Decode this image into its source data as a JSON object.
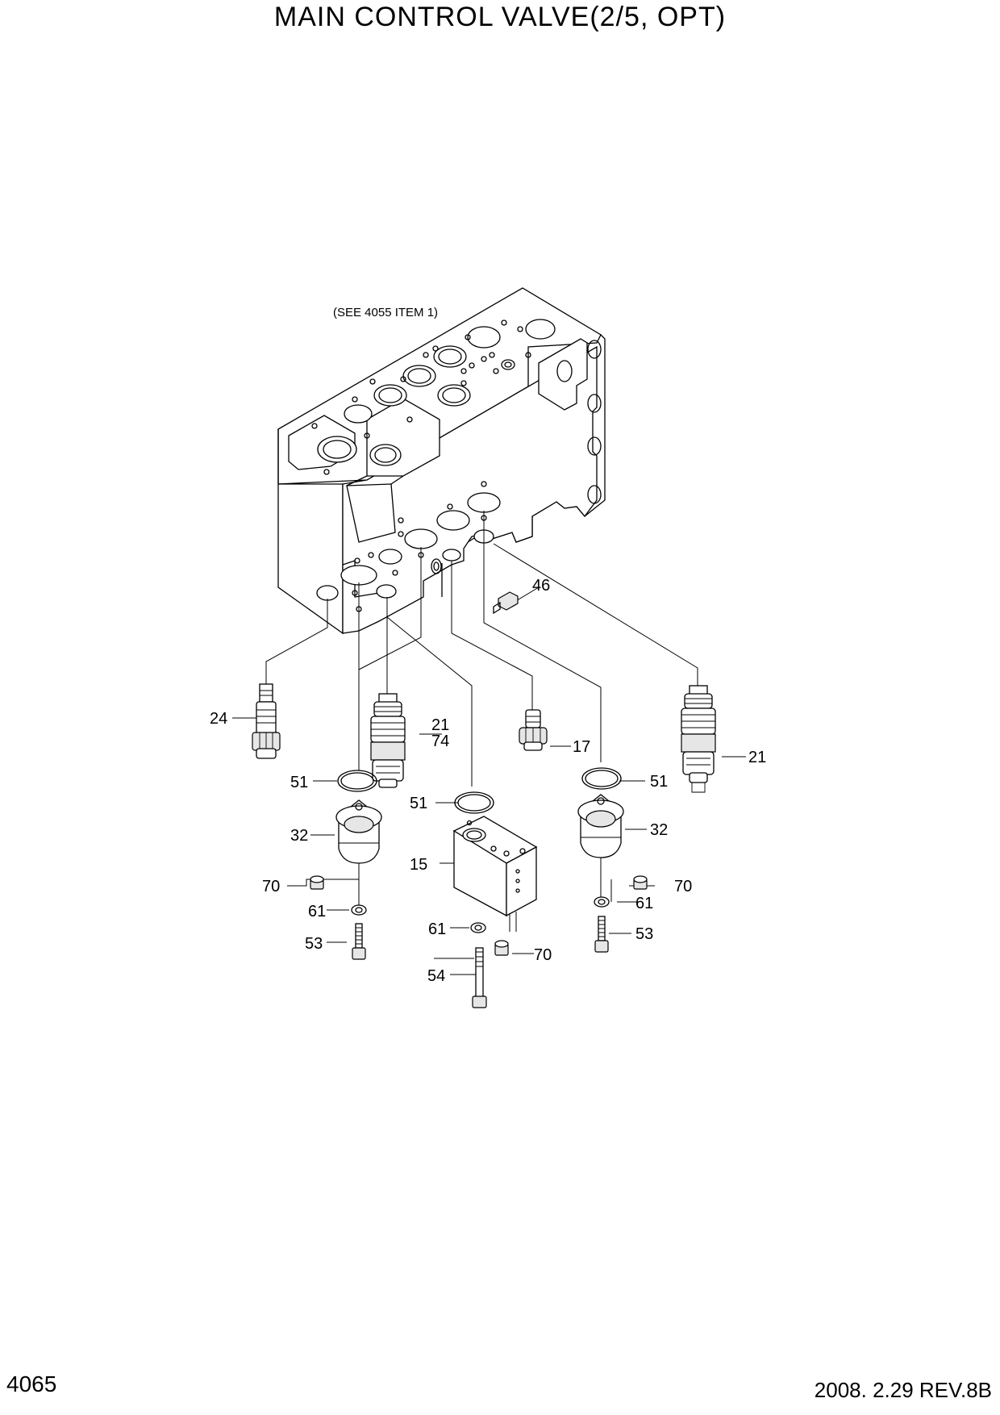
{
  "title": "MAIN CONTROL VALVE(2/5, OPT)",
  "note": "(SEE 4055 ITEM 1)",
  "page_number": "4065",
  "revision": "2008. 2.29  REV.8B",
  "callouts": {
    "c46": "46",
    "c24": "24",
    "c21a": "21",
    "c74": "74",
    "c17": "17",
    "c21b": "21",
    "c51a": "51",
    "c51b": "51",
    "c51c": "51",
    "c32a": "32",
    "c32b": "32",
    "c15": "15",
    "c70a": "70",
    "c70b": "70",
    "c70c": "70",
    "c61a": "61",
    "c61b": "61",
    "c61c": "61",
    "c53a": "53",
    "c53b": "53",
    "c54": "54"
  }
}
